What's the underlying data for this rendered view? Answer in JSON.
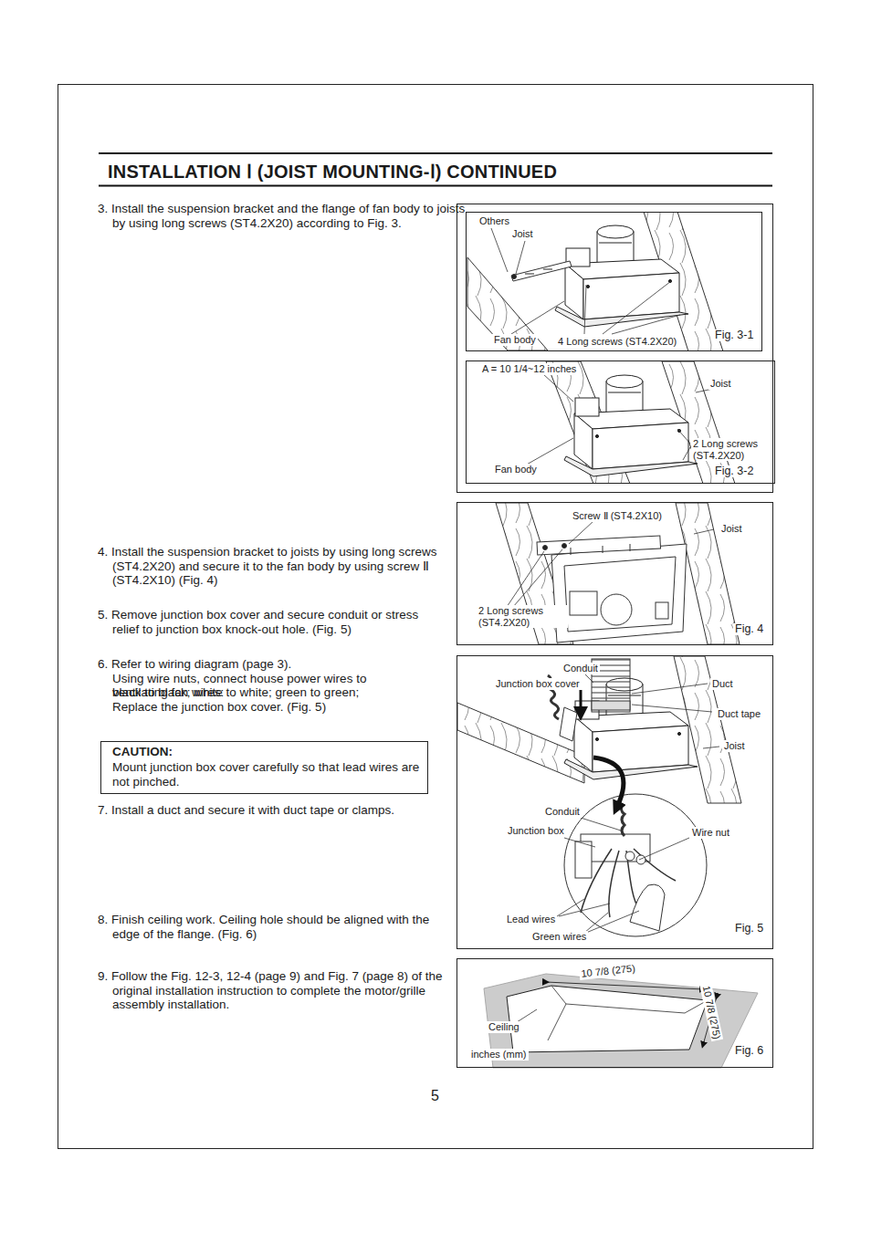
{
  "diagram": {
    "title": "INSTALLATION Ⅰ (JOIST MOUNTING-Ⅰ) CONTINUED",
    "nodes": [
      {
        "text": [
          "Others",
          "Joist",
          "Fan body",
          "4 Long screws (ST4.2X20)",
          "Fig. 3-1"
        ]
      },
      {
        "text": [
          "A = 10 1/4~12 inches",
          "Joist",
          "2 Long screws (ST4.2X20)",
          "Fan body",
          "Fig. 3-2"
        ]
      },
      {
        "text": [
          "Screw Ⅱ (ST4.2X10)",
          "Joist",
          "2 Long screws (ST4.2X20)",
          "Fig. 4"
        ]
      },
      {
        "text": [
          "Conduit",
          "Junction box cover",
          "Duct",
          "Duct tape",
          "Joist",
          "Conduit",
          "Junction box",
          "Wire nut",
          "Lead wires",
          "Green wires",
          "Fig. 5"
        ]
      },
      {
        "text": [
          "10 7/8 (275)",
          "10 7/8 (275)",
          "Ceiling",
          "inches (mm)",
          "Fig. 6"
        ]
      },
      {
        "text": [
          "CAUTION:",
          "Mount junction box cover carefully so that lead wires are not pinched."
        ]
      }
    ],
    "edges": [],
    "labels": [
      "3. Install the suspension bracket and the flange of fan body to joists by using long screws (ST4.2X20) according to Fig. 3.",
      "4. Install the suspension bracket to joists by using long screws (ST4.2X20) and secure it to the fan body by using screw Ⅱ (ST4.2X10) (Fig. 4)",
      "5. Remove junction box cover and secure conduit or stress relief to junction box knock-out hole. (Fig. 5)",
      "6. Refer to wiring diagram (page 3).",
      "Using wire nuts, connect house power wires to ventilating fan wires:",
      "black to black; white to white; green to green;",
      "Replace the junction box cover. (Fig. 5)",
      "7. Install a duct and secure it with duct tape or clamps.",
      "8. Finish ceiling work. Ceiling hole should be aligned with the edge of the flange. (Fig. 6)",
      "9. Follow the Fig. 12-3, 12-4 (page 9) and Fig. 7 (page 8) of the original installation instruction to complete the motor/grille assembly installation.",
      "5"
    ]
  }
}
